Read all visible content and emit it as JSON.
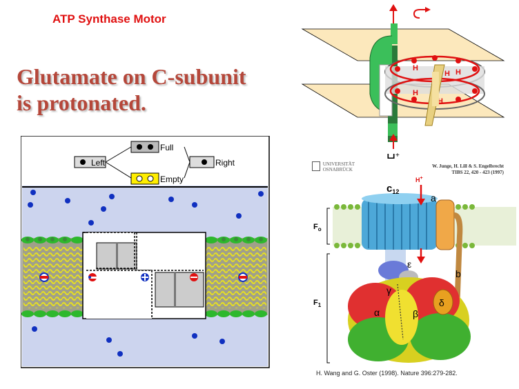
{
  "slide": {
    "kicker": "ATP Synthase Motor",
    "heading_line1": "Glutamate on C-subunit",
    "heading_line2": "is protonated."
  },
  "states": {
    "full": "Full",
    "left": "Left",
    "right": "Right",
    "empty": "Empty"
  },
  "top_right": {
    "h_label": "H",
    "h_sup": "+",
    "ring_h": "H"
  },
  "structure": {
    "university": [
      "UNIVERSITÄT",
      "OSNABRÜCK"
    ],
    "citation_top": [
      "W. Junge, H. Lill & S. Engelbrecht",
      "TIBS 22, 420 - 423 (1997)"
    ],
    "c12_c": "c",
    "c12_sub": "12",
    "h_plus": "H",
    "h_plus_sup": "+",
    "a": "a",
    "b": "b",
    "fo": "F",
    "fo_sub": "o",
    "f1": "F",
    "f1_sub": "1",
    "epsilon": "ε",
    "gamma": "γ",
    "alpha": "α",
    "beta": "β",
    "delta": "δ",
    "citation_bottom": "H. Wang and G. Oster (1998). Nature 396:279-282."
  },
  "colors": {
    "kicker": "#e01010",
    "heading": "#b5473a",
    "membrane_green": "#2db82d",
    "lipid_yellow": "#e8e020",
    "water": "#ccd4ee",
    "ion": "#1030c0"
  }
}
